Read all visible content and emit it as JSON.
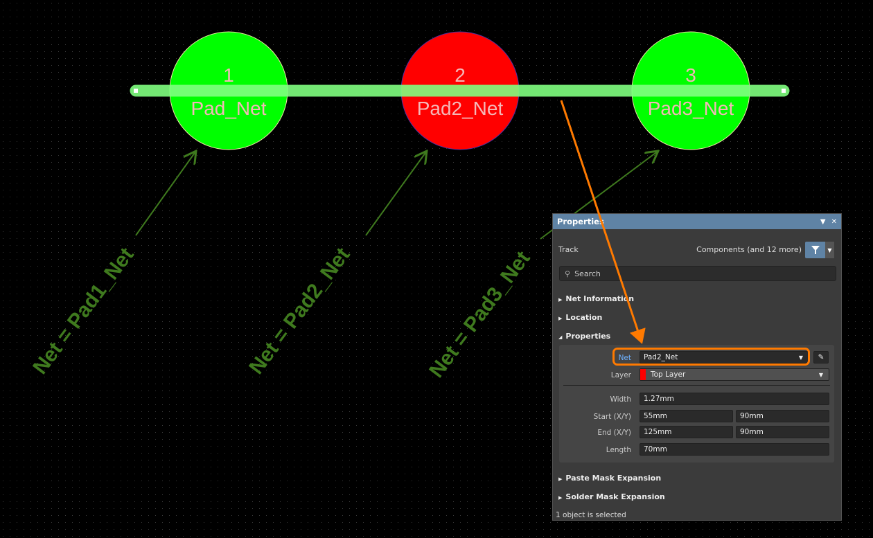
{
  "canvas": {
    "pads": [
      {
        "number": "1",
        "net": "Pad_Net",
        "color": "#00ff00"
      },
      {
        "number": "2",
        "net": "Pad2_Net",
        "color": "#ff0000"
      },
      {
        "number": "3",
        "net": "Pad3_Net",
        "color": "#00ff00"
      }
    ],
    "annotations": [
      "Net = Pad1_Net",
      "Net = Pad2_Net",
      "Net = Pad3_Net"
    ],
    "track_color": "#80ff80",
    "highlight_color": "#ff7a00"
  },
  "panel": {
    "title": "Properties",
    "object_type": "Track",
    "filter_label": "Components (and 12 more)",
    "search_placeholder": "Search",
    "sections": {
      "net_info": "Net Information",
      "location": "Location",
      "properties": "Properties",
      "paste": "Paste Mask Expansion",
      "solder": "Solder Mask Expansion"
    },
    "fields": {
      "net_label": "Net",
      "net_value": "Pad2_Net",
      "layer_label": "Layer",
      "layer_value": "Top Layer",
      "layer_color": "#ff0000",
      "width_label": "Width",
      "width_value": "1.27mm",
      "start_label": "Start (X/Y)",
      "start_x": "55mm",
      "start_y": "90mm",
      "end_label": "End (X/Y)",
      "end_x": "125mm",
      "end_y": "90mm",
      "length_label": "Length",
      "length_value": "70mm"
    },
    "status": "1 object is selected"
  }
}
